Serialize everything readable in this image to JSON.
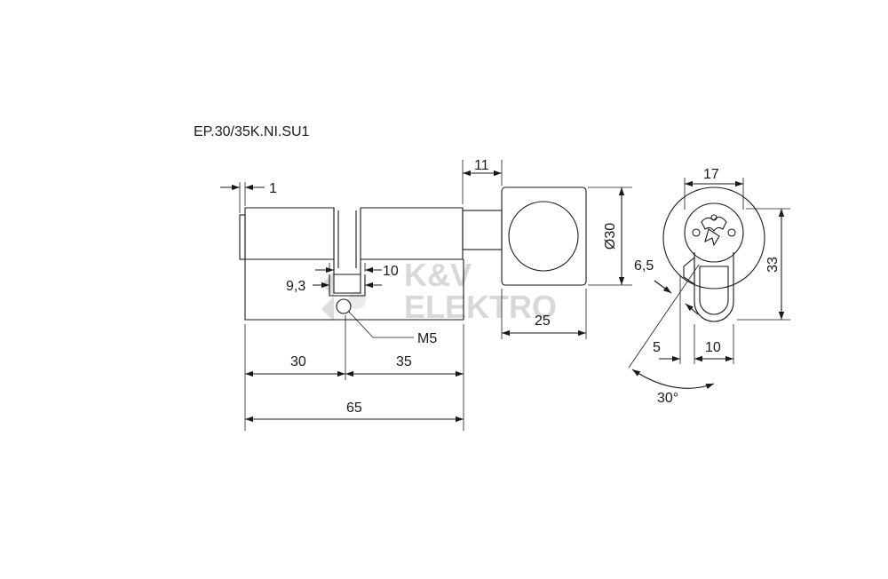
{
  "drawing": {
    "model_code": "EP.30/35K.NI.SU1",
    "watermark": {
      "line1": "K&V",
      "line2": "ELEKTRO"
    },
    "dimensions": {
      "front_offset": "1",
      "knob_width": "11",
      "knob_diameter": "Ø30",
      "slot_depth": "10",
      "slot_width": "9,3",
      "screw_thread": "M5",
      "knob_side_offset": "25",
      "left_length": "30",
      "right_length": "35",
      "total_length": "65",
      "profile_width": "17",
      "profile_height": "33",
      "cam_thickness": "6,5",
      "cam_offset": "5",
      "bottom_width": "10",
      "cam_angle": "30°"
    }
  }
}
